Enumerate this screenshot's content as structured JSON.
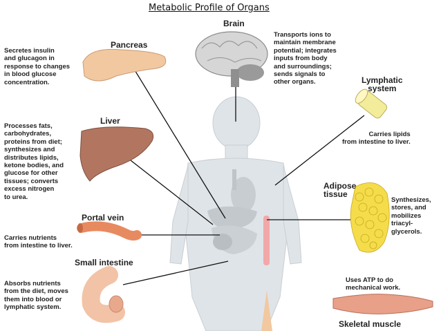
{
  "title": "Metabolic Profile of Organs",
  "organs": {
    "brain": {
      "label": "Brain",
      "desc": [
        "Transports ions to",
        "maintain membrane",
        "potential; integrates",
        "inputs from body",
        "and surroundings;",
        "sends signals to",
        "other organs."
      ]
    },
    "pancreas": {
      "label": "Pancreas",
      "desc": [
        "Secretes insulin",
        "and glucagon in",
        "response to changes",
        "in blood glucose",
        "concentration."
      ]
    },
    "lymphatic": {
      "label": [
        "Lymphatic",
        "system"
      ],
      "desc": [
        "Carries lipids",
        "from intestine to liver."
      ]
    },
    "liver": {
      "label": "Liver",
      "desc": [
        "Processes fats,",
        "carbohydrates,",
        "proteins from diet;",
        "synthesizes and",
        "distributes lipids,",
        "ketone bodies, and",
        "glucose for other",
        "tissues; converts",
        "excess nitrogen",
        "to urea."
      ]
    },
    "adipose": {
      "label": [
        "Adipose",
        "tissue"
      ],
      "desc": [
        "Synthesizes,",
        "stores, and",
        "mobilizes",
        "triacyl-",
        "glycerols."
      ]
    },
    "portal_vein": {
      "label": "Portal vein",
      "desc": [
        "Carries nutrients",
        "from intestine to liver."
      ]
    },
    "small_intestine": {
      "label": "Small intestine",
      "desc": [
        "Absorbs nutrients",
        "from the diet, moves",
        "them into blood or",
        "lymphatic system."
      ]
    },
    "skeletal_muscle": {
      "label": "Skeletal muscle",
      "desc": [
        "Uses ATP to do",
        "mechanical work."
      ]
    }
  },
  "colors": {
    "pancreas": "#f2c8a0",
    "liver": "#b27660",
    "lymph": "#f3ec9a",
    "adipose": "#f4dc4a",
    "vein": "#e88a60",
    "intestine": "#f2c3a6",
    "muscle": "#e8a088",
    "brain": "#d8d8d8",
    "body": "#dfe4e8"
  }
}
